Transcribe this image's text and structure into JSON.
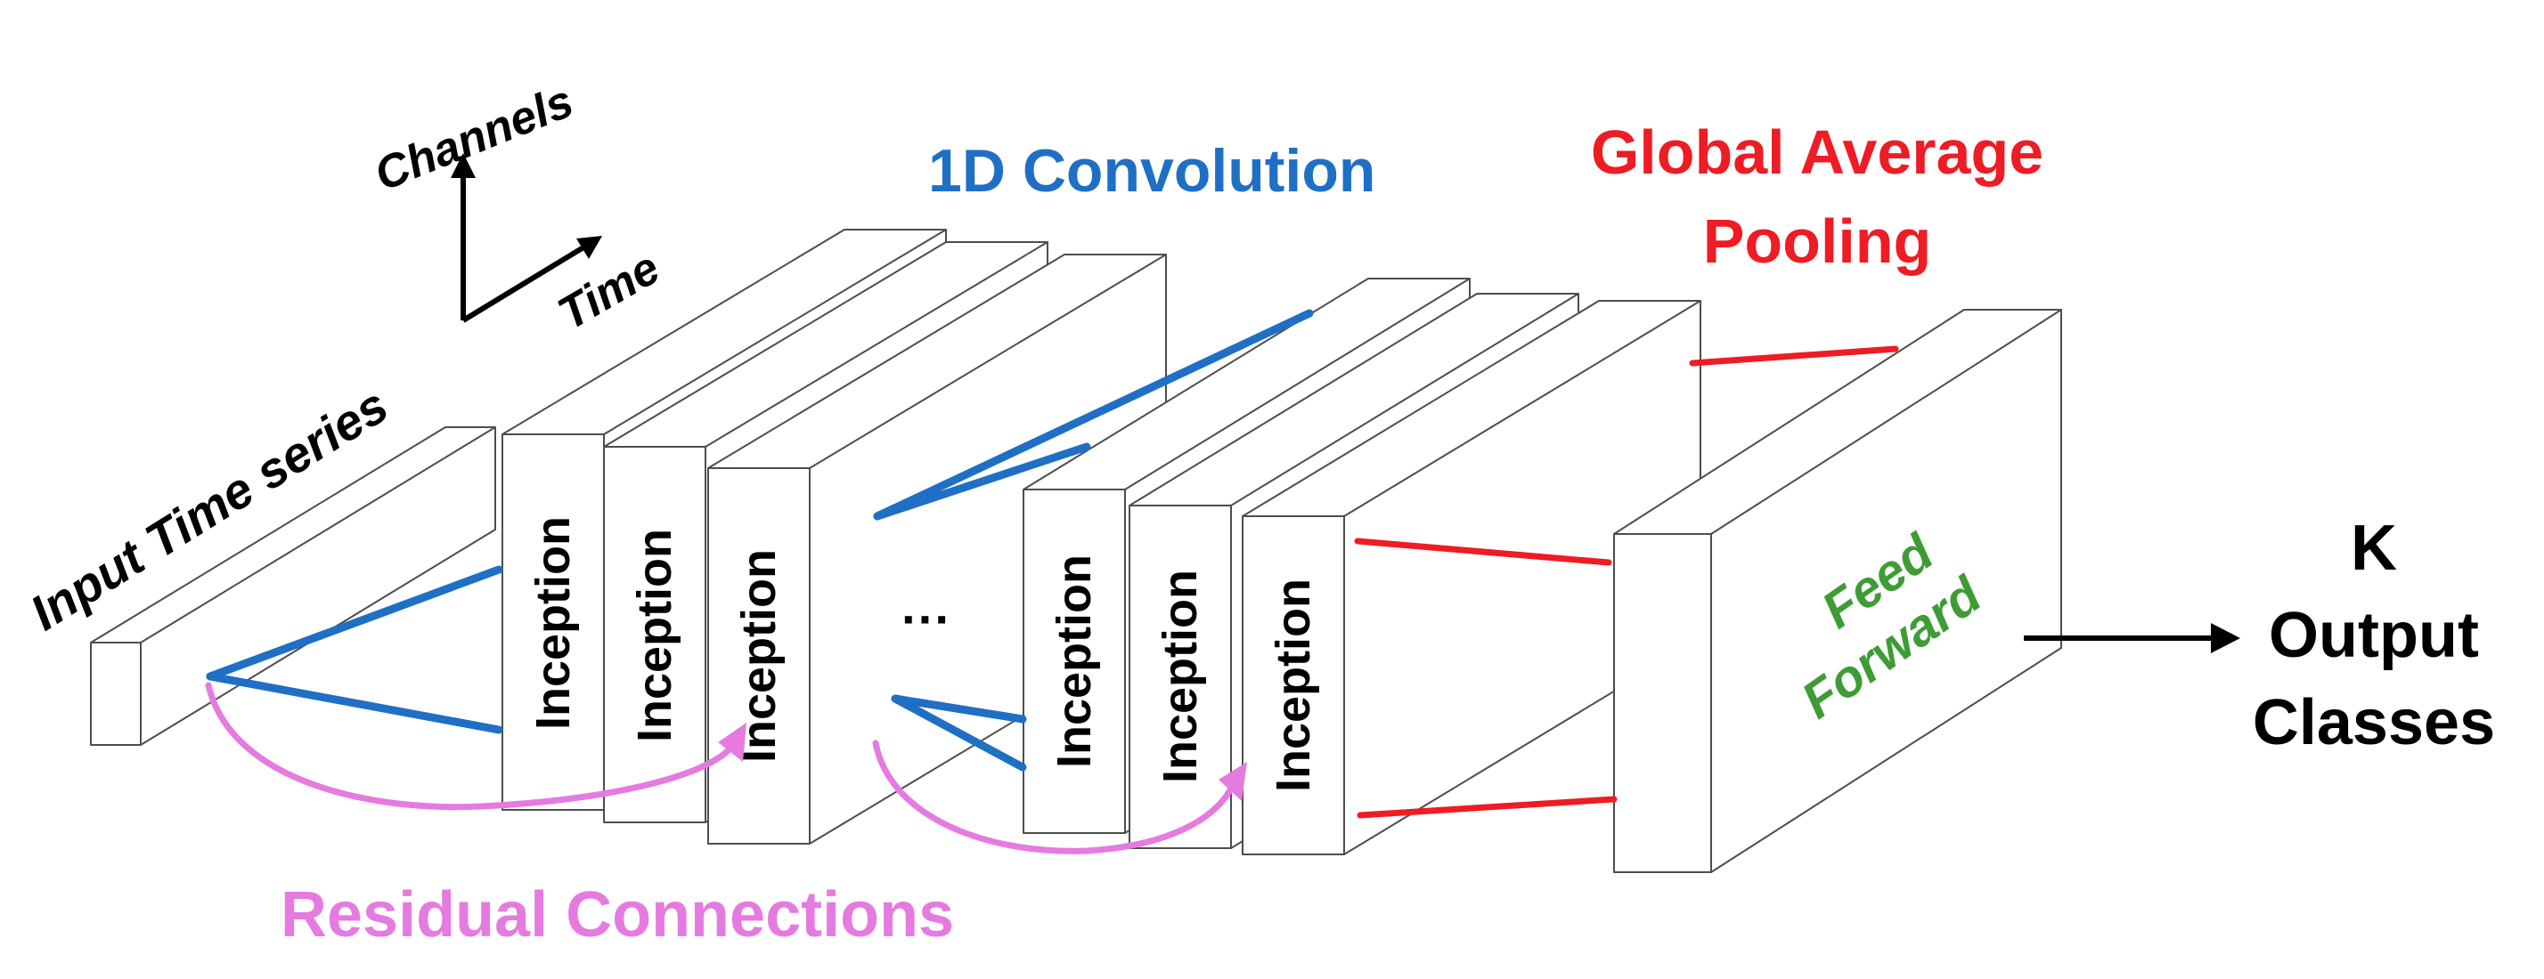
{
  "labels": {
    "axis_channels": "Channels",
    "axis_time": "Time",
    "input_series": "Input Time series",
    "conv": "1D Convolution",
    "gap_line1": "Global Average",
    "gap_line2": "Pooling",
    "residual": "Residual Connections",
    "ellipsis": "···",
    "feed_line1": "Feed",
    "feed_line2": "Forward",
    "output_line1": "K",
    "output_line2": "Output",
    "output_line3": "Classes"
  },
  "modules": [
    {
      "label": "Inception"
    },
    {
      "label": "Inception"
    },
    {
      "label": "Inception"
    },
    {
      "label": "Inception"
    },
    {
      "label": "Inception"
    },
    {
      "label": "Inception"
    }
  ],
  "colors": {
    "conv": "#1f6fc5",
    "pooling": "#ee1c24",
    "residual": "#e57be0",
    "feed_forward": "#3f9c35",
    "outline": "#4d4d4d",
    "text": "#000000"
  }
}
